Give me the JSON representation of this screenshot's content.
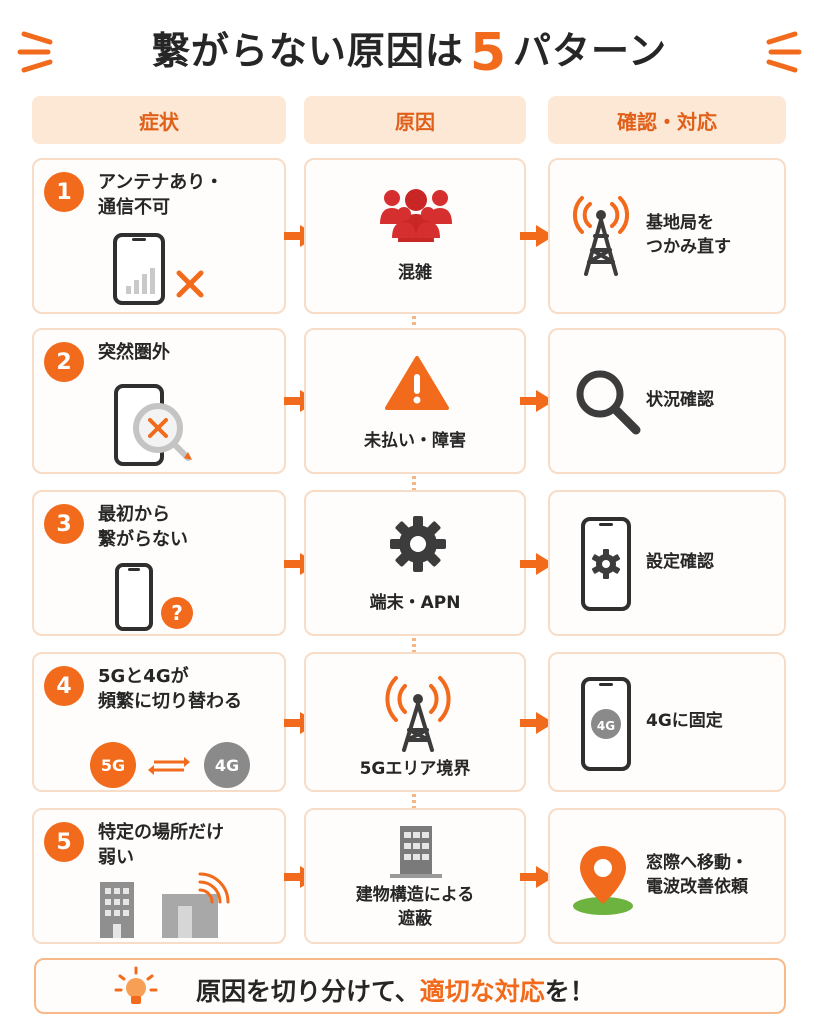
{
  "title": {
    "prefix": "繋がらない原因は",
    "number": "5",
    "suffix": "パターン"
  },
  "columns": {
    "symptom": "症状",
    "cause": "原因",
    "action": "確認・対応"
  },
  "rows": [
    {
      "num": "1",
      "symptom": "アンテナあり・\n通信不可",
      "cause": "混雑",
      "action": "基地局を\nつかみ直す"
    },
    {
      "num": "2",
      "symptom": "突然圏外",
      "cause": "未払い・障害",
      "action": "状況確認"
    },
    {
      "num": "3",
      "symptom": "最初から\n繋がらない",
      "cause": "端末・APN",
      "action": "設定確認"
    },
    {
      "num": "4",
      "symptom": "5Gと4Gが\n頻繁に切り替わる",
      "cause": "5Gエリア境界",
      "action": "4Gに固定",
      "badge_5g": "5G",
      "badge_4g": "4G",
      "screen_badge": "4G"
    },
    {
      "num": "5",
      "symptom": "特定の場所だけ\n弱い",
      "cause": "建物構造による\n遮蔽",
      "action": "窓際へ移動・\n電波改善依頼"
    }
  ],
  "footer": {
    "part1": "原因を切り分けて、",
    "highlight": "適切な対応",
    "part2": "を！"
  },
  "icons": {
    "row1": [
      "phone-weak-signal-icon",
      "x-mark-icon",
      "crowd-icon",
      "radio-tower-icon"
    ],
    "row2": [
      "phone-search-x-icon",
      "warning-triangle-icon",
      "magnifier-icon"
    ],
    "row3": [
      "phone-icon",
      "question-icon",
      "gear-icon",
      "phone-gear-icon"
    ],
    "row4": [
      "swap-arrows-icon",
      "radio-tower-icon",
      "phone-4g-icon"
    ],
    "row5": [
      "buildings-signal-icon",
      "office-building-icon",
      "map-pin-icon"
    ],
    "footer": "light-bulb-icon"
  },
  "colors": {
    "accent": "#f26a1b",
    "header_bg": "#fde8d6",
    "card_border": "#f7dcc7",
    "crowd": "#d62f2f",
    "dark": "#3c3c3c"
  }
}
